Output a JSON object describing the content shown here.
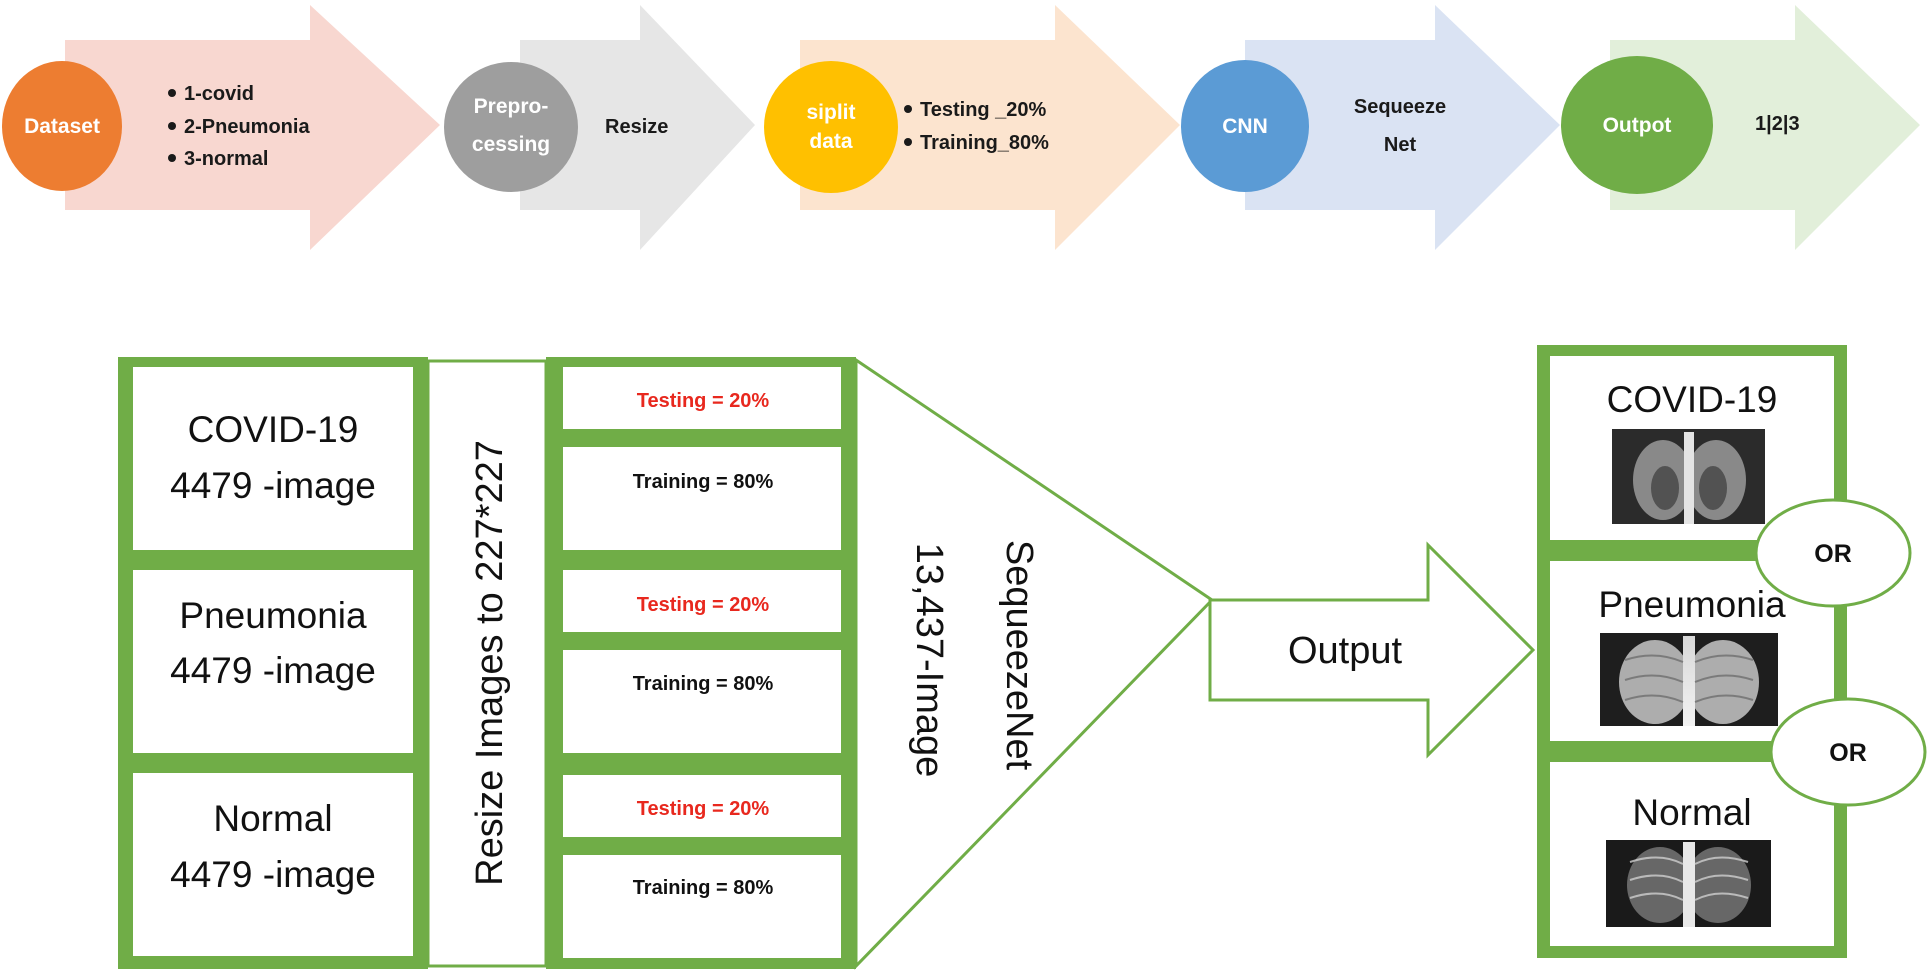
{
  "pipeline": {
    "steps": [
      {
        "circle": "Dataset",
        "circle_color": "#ED7D31",
        "arrow_color": "#F8D7D0",
        "items": [
          "1-covid",
          "2-Pneumonia",
          "3-normal"
        ]
      },
      {
        "circle": [
          "Prepro-",
          "cessing"
        ],
        "circle_color": "#9E9E9E",
        "arrow_color": "#E6E6E6",
        "text": "Resize"
      },
      {
        "circle": [
          "siplit",
          "data"
        ],
        "circle_color": "#FFC000",
        "arrow_color": "#FCE4CF",
        "items": [
          "Testing _20%",
          "Training_80%"
        ]
      },
      {
        "circle": "CNN",
        "circle_color": "#5B9BD5",
        "arrow_color": "#DAE3F3",
        "text": [
          "Sequeeze",
          "Net"
        ]
      },
      {
        "circle": "Outpot",
        "circle_color": "#70AD47",
        "arrow_color": "#E2EFDA",
        "text": "1|2|3"
      }
    ]
  },
  "flow": {
    "accent_color": "#70AD47",
    "classes": [
      {
        "name": "COVID-19",
        "count": "4479 -image"
      },
      {
        "name": "Pneumonia",
        "count": "4479 -image"
      },
      {
        "name": "Normal",
        "count": "4479 -image"
      }
    ],
    "resize_label": "Resize Images to 227*227",
    "split": {
      "testing": "Testing = 20%",
      "training": "Training = 80%"
    },
    "network": {
      "name": "SequeezeNet",
      "total": "13,437-Image"
    },
    "output_label": "Output",
    "results": [
      "COVID-19",
      "Pneumonia",
      "Normal"
    ],
    "or_label": "OR",
    "test_color": "#E8281E"
  }
}
